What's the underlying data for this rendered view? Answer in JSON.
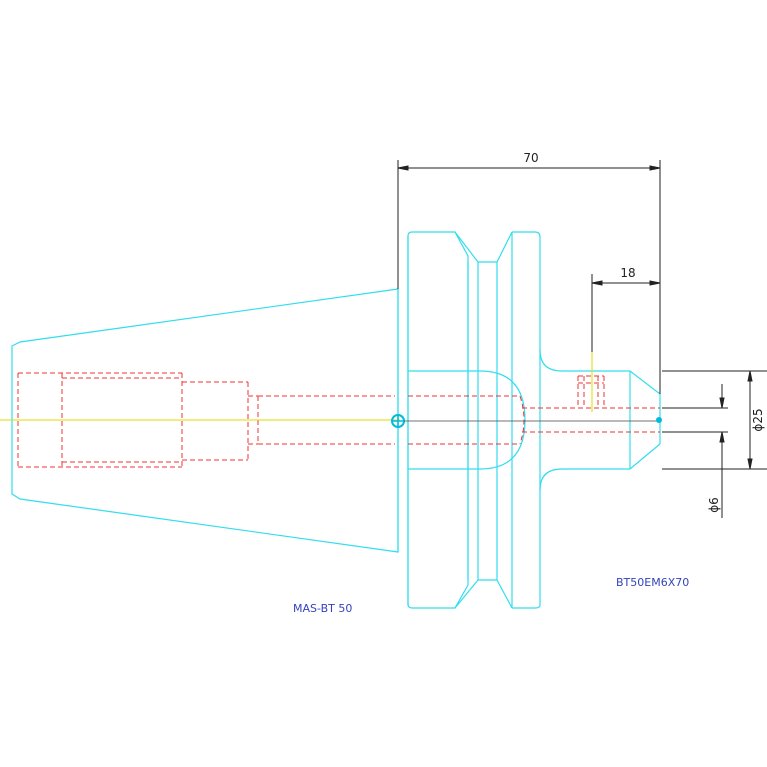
{
  "dimensions": {
    "overall_length": "70",
    "shank_length": "18",
    "outer_diameter": "ϕ25",
    "bore_diameter": "ϕ6"
  },
  "labels": {
    "taper_standard": "MAS-BT 50",
    "part_number": "BT50EM6X70"
  },
  "colors": {
    "outline": "#33ddee",
    "hidden": "#ee3333",
    "centerline": "#dddd00",
    "dimension": "#222222",
    "label": "#3344bb"
  }
}
